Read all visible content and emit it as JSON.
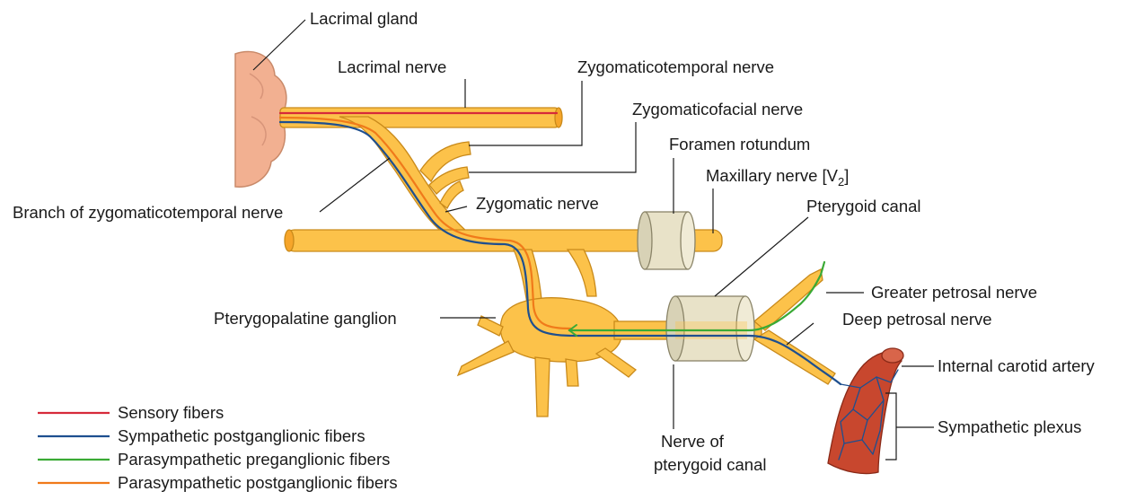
{
  "labels": {
    "lacrimal_gland": "Lacrimal gland",
    "lacrimal_nerve": "Lacrimal nerve",
    "zygomaticotemporal_nerve": "Zygomaticotemporal nerve",
    "zygomaticofacial_nerve": "Zygomaticofacial nerve",
    "foramen_rotundum": "Foramen rotundum",
    "maxillary_nerve": "Maxillary nerve [V",
    "maxillary_nerve_sub": "2",
    "maxillary_nerve_close": "]",
    "branch_zygomaticotemporal": "Branch of zygomaticotemporal nerve",
    "zygomatic_nerve": "Zygomatic nerve",
    "pterygoid_canal": "Pterygoid canal",
    "greater_petrosal_nerve": "Greater petrosal nerve",
    "pterygopalatine_ganglion": "Pterygopalatine ganglion",
    "deep_petrosal_nerve": "Deep petrosal nerve",
    "internal_carotid_artery": "Internal carotid artery",
    "sympathetic_plexus": "Sympathetic plexus",
    "nerve_of_pterygoid_canal_1": "Nerve of",
    "nerve_of_pterygoid_canal_2": "pterygoid canal"
  },
  "legend": [
    {
      "label": "Sensory fibers",
      "color": "#d62a3a"
    },
    {
      "label": "Sympathetic postganglionic fibers",
      "color": "#1e4f8f"
    },
    {
      "label": "Parasympathetic preganglionic fibers",
      "color": "#3aaa35"
    },
    {
      "label": "Parasympathetic postganglionic fibers",
      "color": "#f07a1a"
    }
  ],
  "colors": {
    "nerve": "#fcc24a",
    "nerve_edge": "#c98a1a",
    "gland": "#f2b091",
    "canal": "#e8e2c8",
    "artery": "#c8472e",
    "plexus": "#1e4f8f"
  }
}
